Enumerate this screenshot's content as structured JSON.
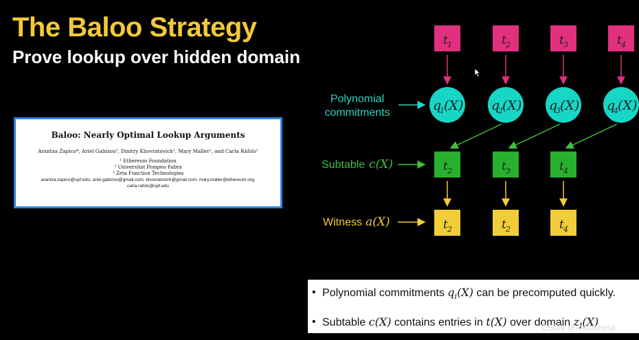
{
  "slide": {
    "title": "The Baloo Strategy",
    "subtitle": "Prove lookup over hidden domain"
  },
  "paper": {
    "title": "Baloo: Nearly Optimal Lookup Arguments",
    "authors": "Arantxa Zapico*, Ariel Gabizon³, Dmitry Khovratovich¹, Mary Maller¹, and Carla Ràfols²",
    "affiliations": [
      "¹ Ethereum Foundation",
      "² Universitat Pompeu Fabra",
      "³ Zeta Function Technologies"
    ],
    "emails": [
      "arantxa.zapico@upf.edu, ariel.gabizon@gmail.com, khovratovich@gmail.com, mary.maller@ethereum.org,",
      "carla.rafols@upf.edu"
    ]
  },
  "diagram": {
    "colors": {
      "table": "#e0307e",
      "commit": "#17d6c6",
      "subtable": "#28b12f",
      "witness": "#f2cd3a",
      "label_commit": "#2fd3c3",
      "label_subtable": "#3ec23c",
      "label_witness": "#f2cd3a"
    },
    "labels": {
      "commit_line1": "Polynomial",
      "commit_line2": "commitments",
      "subtable_text": "Subtable ",
      "subtable_math": "c(X)",
      "witness_text": "Witness ",
      "witness_math": "a(X)"
    },
    "table": [
      "1",
      "2",
      "3",
      "4"
    ],
    "commitments": [
      "1",
      "2",
      "3",
      "4"
    ],
    "subtable": [
      "2",
      "3",
      "4"
    ],
    "witness": [
      "2",
      "2",
      "4"
    ]
  },
  "notes": {
    "line1_a": "Polynomial commitments ",
    "line1_math": "q",
    "line1_sub": "i",
    "line1_math2": "(X)",
    "line1_b": " can be precomputed quickly.",
    "line2_a": "Subtable ",
    "line2_math": "c(X)",
    "line2_b": " contains entries in ",
    "line2_math2": "t(X)",
    "line2_c": " over domain ",
    "line2_math3": "z",
    "line2_sub": "I",
    "line2_math4": "(X)"
  },
  "watermark": "CSDN @mutourend"
}
